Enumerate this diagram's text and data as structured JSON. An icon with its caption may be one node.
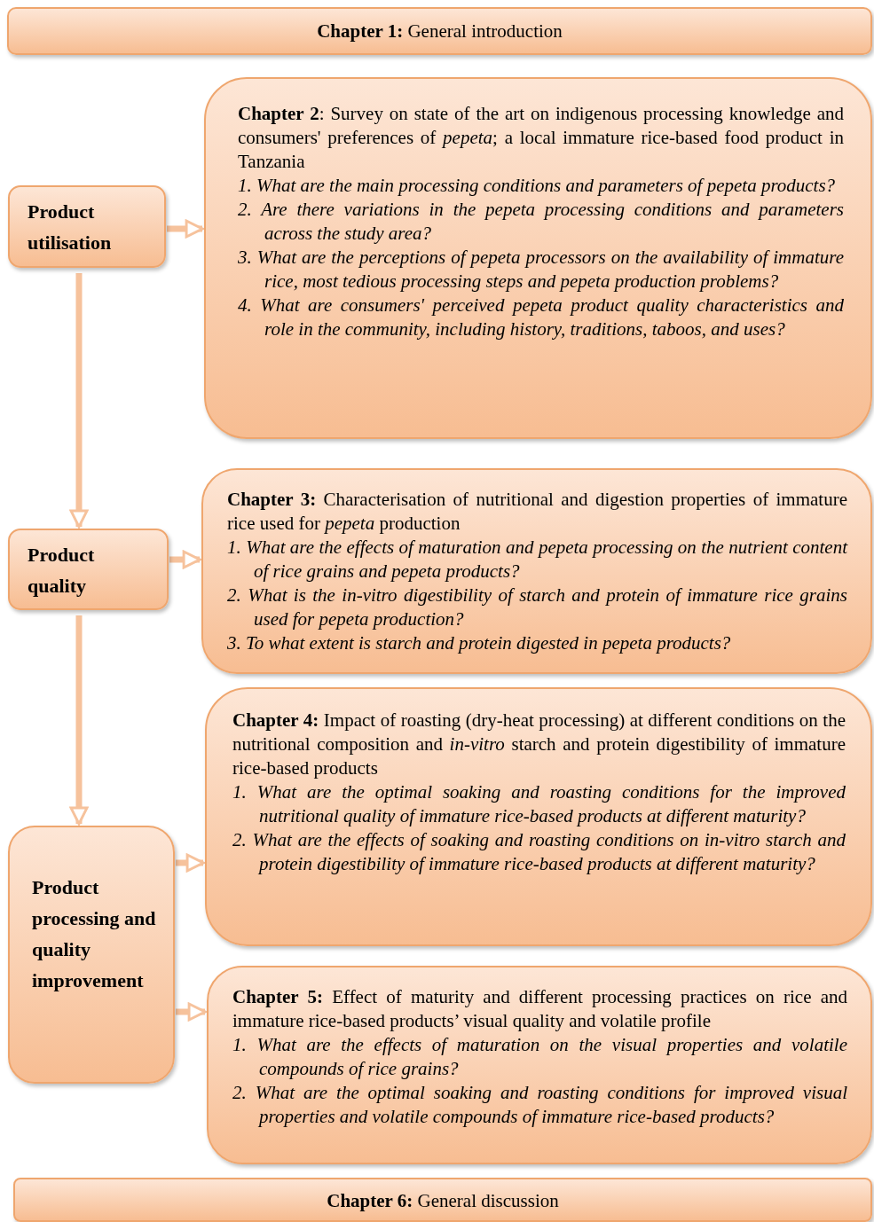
{
  "diagram": {
    "nodes": [
      {
        "text": [
          "**Chapter 1:**  General introduction"
        ]
      },
      {
        "text": [
          "Product utilisation"
        ]
      },
      {
        "text": [
          "**Chapter 2**: Survey on state of the art on indigenous processing knowledge and consumers' preferences of *pepeta*; a local immature rice-based food product in Tanzania",
          "1. What are the main processing conditions and parameters of pepeta products?",
          "2. Are there variations in the pepeta processing conditions and parameters across the study area?",
          "3. What are the perceptions of pepeta processors on the availability of immature rice, most tedious processing steps and pepeta production problems?",
          "4. What are consumers' perceived pepeta product quality characteristics and role in the community, including history, traditions, taboos, and uses?"
        ]
      },
      {
        "text": [
          "Product quality"
        ]
      },
      {
        "text": [
          "**Chapter 3:** Characterisation of nutritional and digestion properties of immature rice used for *pepeta* production",
          "1. What are the effects of maturation and pepeta processing on the nutrient content of rice grains and pepeta products?",
          "2. What is the in-vitro digestibility of starch and protein of immature rice grains used for pepeta production?",
          "3. To what extent is starch and protein digested in pepeta products?"
        ]
      },
      {
        "text": [
          "Product processing and quality improvement"
        ]
      },
      {
        "text": [
          "**Chapter 4:** Impact of roasting (dry-heat processing) at different conditions on the nutritional composition and *in-vitro* starch and protein digestibility of immature rice-based products",
          "1. What are the optimal soaking and roasting conditions for the improved nutritional quality of immature rice-based products at different maturity?",
          "2. What are the effects of soaking and roasting conditions on in-vitro starch and protein digestibility of immature rice-based products at different maturity?"
        ]
      },
      {
        "text": [
          "**Chapter 5:** Effect of maturity and different processing practices on rice and immature rice-based products’ visual quality and volatile profile",
          "1. What are the effects of maturation on the visual properties and volatile compounds of rice grains?",
          "2. What are the optimal soaking and roasting conditions for improved visual properties and volatile compounds of immature rice-based products?"
        ]
      },
      {
        "text": [
          "**Chapter 6:**  General discussion"
        ]
      }
    ],
    "edges": [
      {
        "from": 1,
        "to": 2,
        "arrow": "to"
      },
      {
        "from": 1,
        "to": 3,
        "arrow": "to"
      },
      {
        "from": 3,
        "to": 4,
        "arrow": "to"
      },
      {
        "from": 3,
        "to": 5,
        "arrow": "to"
      },
      {
        "from": 5,
        "to": 6,
        "arrow": "to"
      },
      {
        "from": 5,
        "to": 7,
        "arrow": "to"
      }
    ]
  }
}
